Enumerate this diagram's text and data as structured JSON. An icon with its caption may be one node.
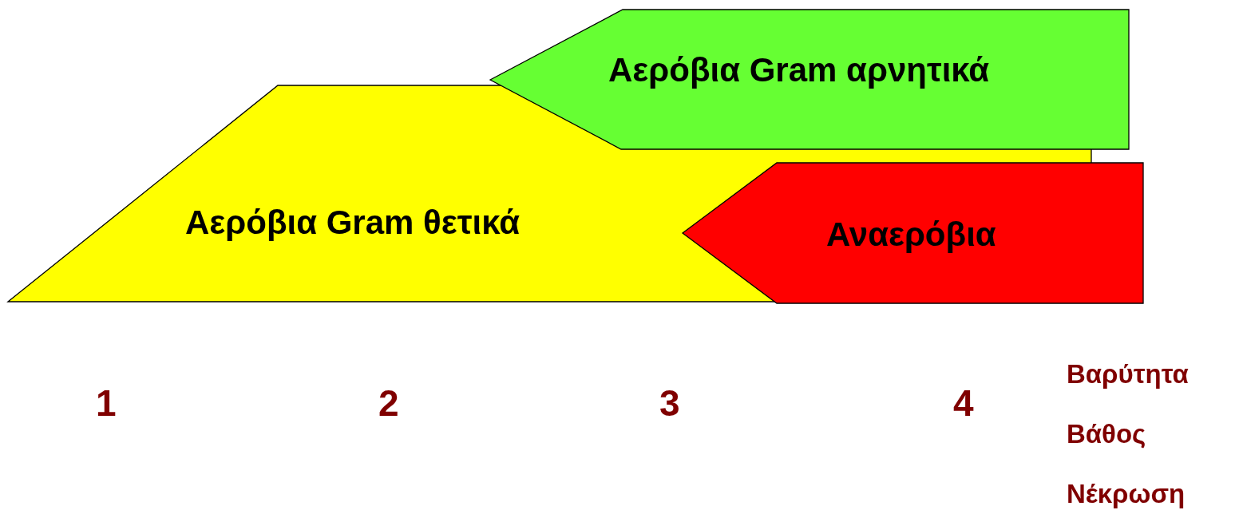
{
  "diagram": {
    "nodes": [
      {
        "text": [
          "Αερόβια Gram θετικά"
        ]
      },
      {
        "text": [
          "Αερόβια Gram αρνητικά"
        ]
      },
      {
        "text": [
          "Αναερόβια"
        ]
      }
    ],
    "labels": [
      "1",
      "2",
      "3",
      "4",
      "Βαρύτητα",
      "Βάθος",
      "Νέκρωση"
    ]
  }
}
